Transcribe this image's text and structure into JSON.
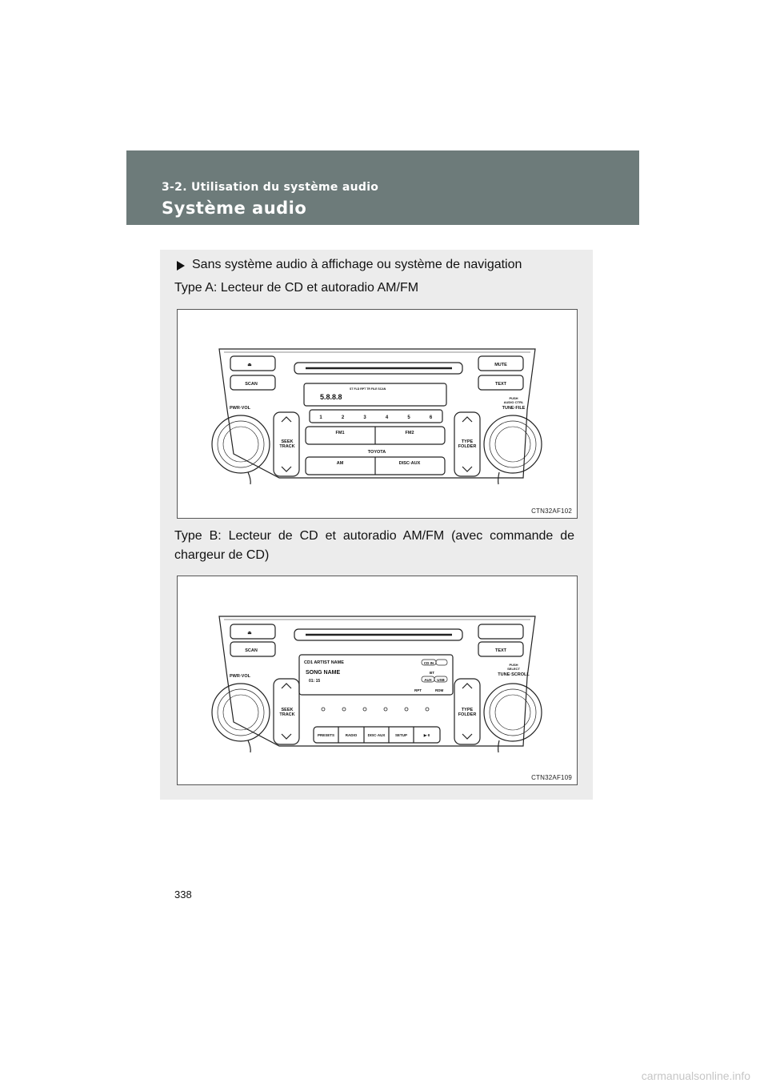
{
  "header": {
    "section": "3-2. Utilisation du système audio",
    "title": "Système audio"
  },
  "content": {
    "bullet_text": "Sans système audio à affichage ou système de navigation",
    "type_a": "Type A: Lecteur de CD et autoradio AM/FM",
    "type_b_line1": "Type B: Lecteur de CD et autoradio AM/FM (avec commande de",
    "type_b_line2": "chargeur de CD)"
  },
  "figure_a": {
    "code": "CTN32AF102",
    "labels": {
      "eject": "⏏",
      "scan": "SCAN",
      "pwr_vol": "PWR·VOL",
      "mute": "MUTE",
      "text": "TEXT",
      "push": "PUSH",
      "audio_ctrl": "AUDIO CTRL",
      "tune_file": "TUNE·FILE",
      "seek": "SEEK",
      "track": "TRACK",
      "type": "TYPE",
      "folder": "FOLDER",
      "fm1": "FM1",
      "fm2": "FM2",
      "brand": "TOYOTA",
      "am": "AM",
      "disc_aux": "DISC·AUX",
      "display_digits": "5.8.8.8",
      "display_ind": "ST   FLD  RPT  TR  FILE         SCAN"
    },
    "presets": [
      "1",
      "2",
      "3",
      "4",
      "5",
      "6"
    ]
  },
  "figure_b": {
    "code": "CTN32AF109",
    "labels": {
      "eject": "⏏",
      "scan": "SCAN",
      "pwr_vol": "PWR·VOL",
      "text": "TEXT",
      "push": "PUSH",
      "select": "SELECT",
      "tune_scroll": "TUNE·SCROLL",
      "seek": "SEEK",
      "track": "TRACK",
      "type": "TYPE",
      "folder": "FOLDER"
    },
    "display": {
      "artist": "CD1   ARTIST NAME",
      "song": "SONG NAME",
      "time": "01: 15",
      "cd_in": "CD IN",
      "aux": "AUX",
      "usb": "USB",
      "bt": "BT",
      "rpt": "RPT",
      "rdm": "RDM"
    },
    "bottom_buttons": [
      "PRESETS",
      "RADIO",
      "DISC·AUX",
      "SETUP",
      "▶·II"
    ]
  },
  "footer": {
    "page_number": "338",
    "watermark": "carmanualsonline.info"
  }
}
